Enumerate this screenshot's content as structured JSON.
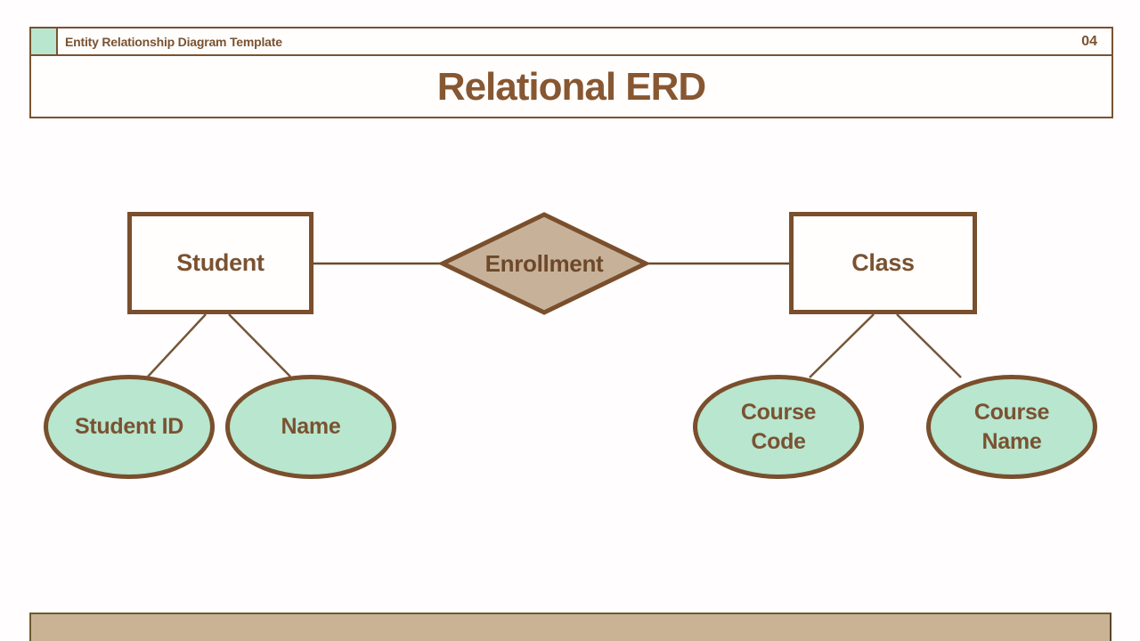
{
  "slide": {
    "header": {
      "template_label": "Entity Relationship Diagram Template",
      "page_number": "04",
      "title": "Relational ERD"
    },
    "diagram": {
      "entities": [
        {
          "label": "Student"
        },
        {
          "label": "Class"
        }
      ],
      "relationship": {
        "label": "Enrollment"
      },
      "attributes": [
        {
          "label": "Student ID",
          "entity": "Student"
        },
        {
          "label": "Name",
          "entity": "Student"
        },
        {
          "label": "Course Code",
          "entity": "Class"
        },
        {
          "label": "Course Name",
          "entity": "Class"
        }
      ]
    },
    "colors": {
      "brown_border": "#7a4f2d",
      "brown_text": "#7a5231",
      "title_brown": "#875731",
      "mint": "#b8e6cf",
      "diamond_tan": "#c7b299",
      "bottom_bar_tan": "#c9b394",
      "background": "#fffdfd"
    }
  }
}
